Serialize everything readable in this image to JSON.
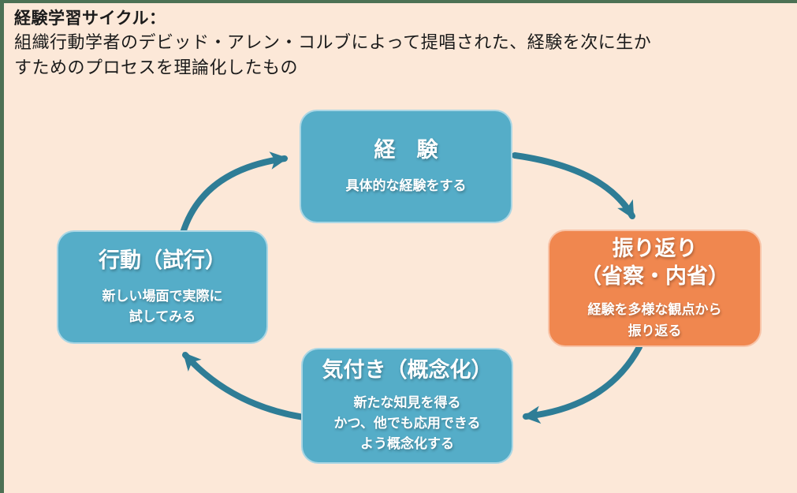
{
  "header": {
    "title": "経験学習サイクル：",
    "description": "組織行動学者のデビッド・アレン・コルブによって提唱された、経験を次に生か\nすためのプロセスを理論化したもの"
  },
  "cycle": {
    "direction": "clockwise",
    "nodes": [
      {
        "key": "experience",
        "title": "経　験",
        "desc": "具体的な経験をする",
        "color": "#55adc8"
      },
      {
        "key": "reflection",
        "title": "振り返り\n（省察・内省）",
        "desc": "経験を多様な観点から\n振り返る",
        "color": "#f0874f"
      },
      {
        "key": "awareness",
        "title": "気付き（概念化）",
        "desc": "新たな知見を得る\nかつ、他でも応用できる\nよう概念化する",
        "color": "#55adc8"
      },
      {
        "key": "action",
        "title": "行動（試行）",
        "desc": "新しい場面で実際に\n試してみる",
        "color": "#55adc8"
      }
    ],
    "arrows": [
      {
        "from": "action",
        "to": "experience"
      },
      {
        "from": "experience",
        "to": "reflection"
      },
      {
        "from": "reflection",
        "to": "awareness"
      },
      {
        "from": "awareness",
        "to": "action"
      }
    ]
  },
  "colors": {
    "background": "#fce8d8",
    "teal_node": "#55adc8",
    "orange_node": "#f0874f",
    "arrow": "#2e7d96",
    "frame_border": "#4d7154",
    "node_text": "#ffffff",
    "header_text": "#1b1b1b"
  }
}
